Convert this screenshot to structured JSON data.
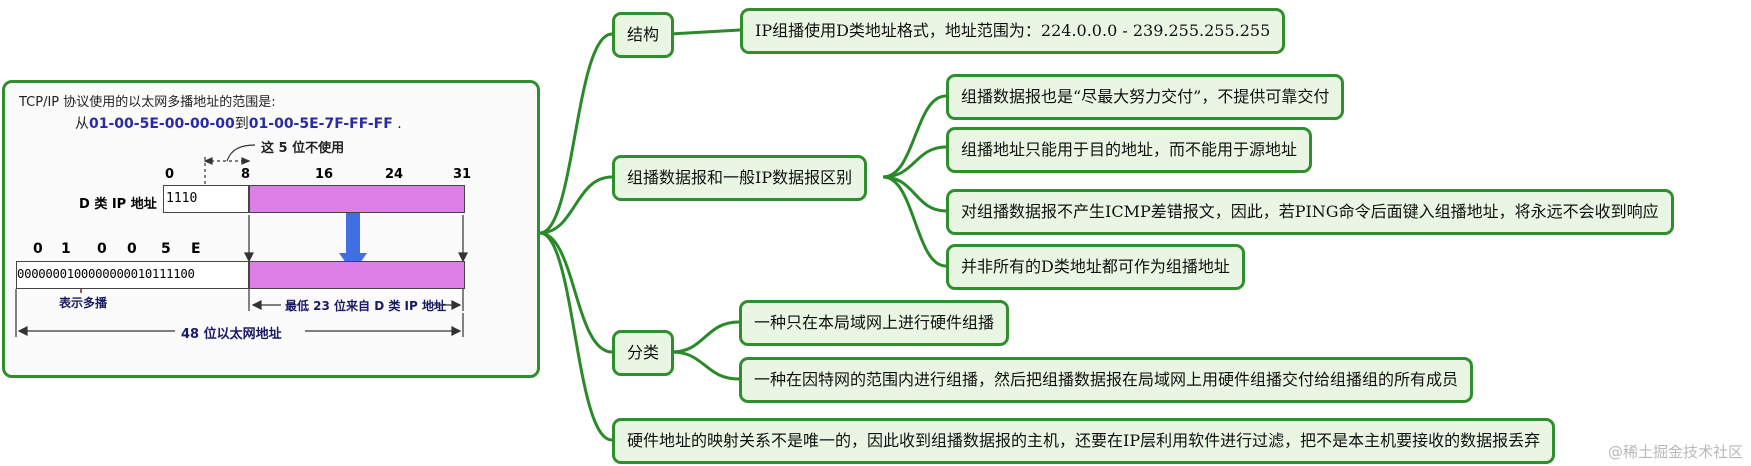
{
  "diagram": {
    "intro_line1": "TCP/IP 协议使用的以太网多播地址的范围是:",
    "intro_line2_prefix": "从",
    "range_start": "01-00-5E-00-00-00",
    "range_mid": "到",
    "range_end": "01-00-5E-7F-FF-FF",
    "range_suffix": " .",
    "unused_note": "这 5 位不使用",
    "bit_labels": [
      "0",
      "8",
      "16",
      "24",
      "31"
    ],
    "d_class_label": "D 类 IP 地址",
    "d_class_prefix_bits": "1110",
    "hex_digits": [
      "0",
      "1",
      "0",
      "0",
      "5",
      "E"
    ],
    "mac_bits": "0000000100000000010111100",
    "multicast_note": "表示多播",
    "low23_note": "最低 23 位来自 D 类 IP 地址",
    "mac48_note": "48 位以太网地址"
  },
  "branches": {
    "structure": {
      "label": "结构",
      "children": [
        "IP组播使用D类地址格式，地址范围为：224.0.0.0 - 239.255.255.255"
      ]
    },
    "difference": {
      "label": "组播数据报和一般IP数据报区别",
      "children": [
        "组播数据报也是“尽最大努力交付”，不提供可靠交付",
        "组播地址只能用于目的地址，而不能用于源地址",
        "对组播数据报不产生ICMP差错报文，因此，若PING命令后面键入组播地址，将永远不会收到响应",
        "并非所有的D类地址都可作为组播地址"
      ]
    },
    "classification": {
      "label": "分类",
      "children": [
        "一种只在本局域网上进行硬件组播",
        "一种在因特网的范围内进行组播，然后把组播数据报在局域网上用硬件组播交付给组播组的所有成员"
      ]
    },
    "mapping": {
      "label": "硬件地址的映射关系不是唯一的，因此收到组播数据报的主机，还要在IP层利用软件进行过滤，把不是本主机要接收的数据报丢弃"
    }
  },
  "watermark": "@稀土掘金技术社区",
  "colors": {
    "edge": "#2a8a2a",
    "node_fill": "#e9f6e3",
    "pink": "#dd7fe6",
    "arrow_blue": "#3f6fe0",
    "hex_red": "#8a1f1f"
  }
}
